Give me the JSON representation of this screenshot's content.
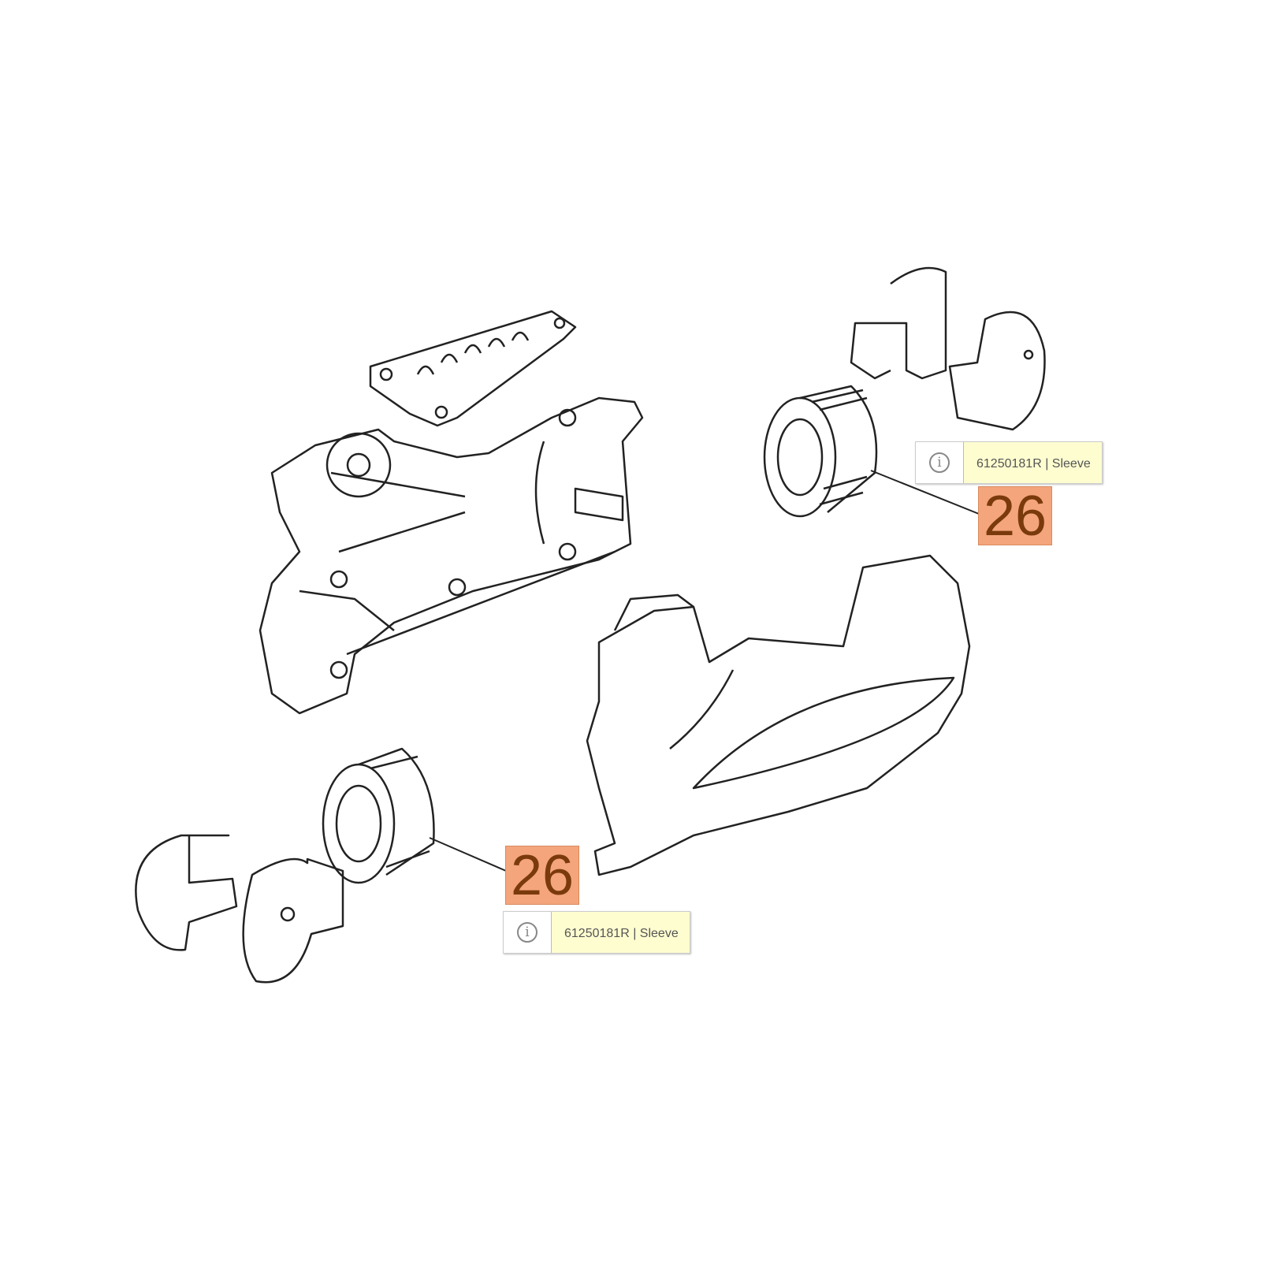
{
  "callouts": [
    {
      "number": "26",
      "tooltip": "61250181R | Sleeve"
    },
    {
      "number": "26",
      "tooltip": "61250181R | Sleeve"
    }
  ],
  "icons": {
    "info": "info-icon"
  },
  "colors": {
    "callout_bg": "#f4a57c",
    "callout_text": "#7a3a0c",
    "tooltip_bg": "#fefdd0"
  }
}
